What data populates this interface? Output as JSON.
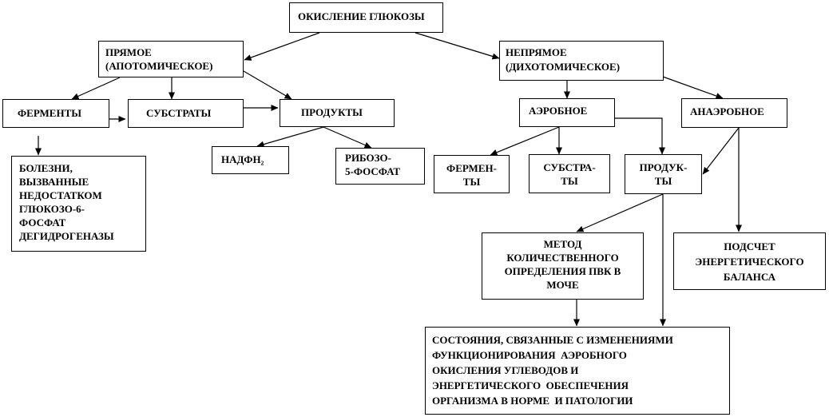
{
  "nodes": {
    "glucose_oxidation": "ОКИСЛЕНИЕ ГЛЮКОЗЫ",
    "direct_line1": "ПРЯМОЕ",
    "direct_line2": "(АПОТОМИЧЕСКОЕ)",
    "indirect_line1": "НЕПРЯМОЕ",
    "indirect_line2": "(ДИХОТОМИЧЕСКОЕ)",
    "enzymes": "ФЕРМЕНТЫ",
    "substrates": "СУБСТРАТЫ",
    "products": "ПРОДУКТЫ",
    "diseases": "БОЛЕЗНИ,\nВЫЗВАННЫЕ\nНЕДОСТАТКОМ\nГЛЮКОЗО-6-\nФОСФАТ\nДЕГИДРОГЕНАЗЫ",
    "nadph": "НАДФН₂",
    "ribose": "РИБОЗО-\n5-ФОСФАТ",
    "aerobic": "АЭРОБНОЕ",
    "anaerobic": "АНАЭРОБНОЕ",
    "aerobic_enzymes": "ФЕРМЕН-\nТЫ",
    "aerobic_substrates": "СУБСТРА-\nТЫ",
    "aerobic_products": "ПРОДУК-\nТЫ",
    "pvk_method": "МЕТОД\nКОЛИЧЕСТВЕННОГО\nОПРЕДЕЛЕНИЯ ПВК В\nМОЧЕ",
    "energy_balance": "ПОДСЧЕТ\nЭНЕРГЕТИЧЕСКОГО\nБАЛАНСА",
    "states": "СОСТОЯНИЯ, СВЯЗАННЫЕ С ИЗМЕНЕНИЯМИ\nФУНКЦИОНИРОВАНИЯ  АЭРОБНОГО\nОКИСЛЕНИЯ УГЛЕВОДОВ И\nЭНЕРГЕТИЧЕСКОГО  ОБЕСПЕЧЕНИЯ\nОРГАНИЗМА В НОРМЕ  И ПАТОЛОГИИ"
  }
}
